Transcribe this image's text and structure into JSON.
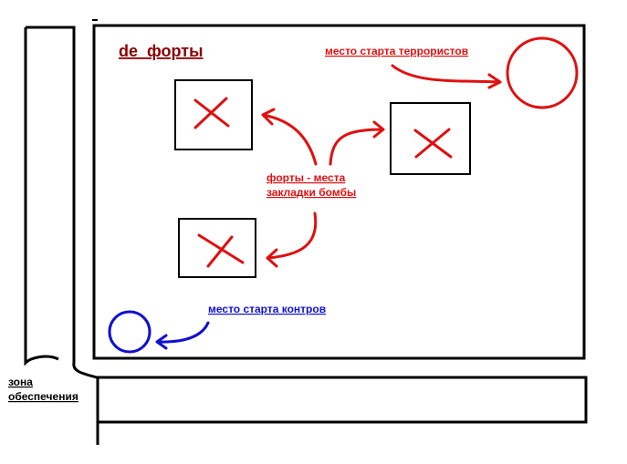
{
  "title": "de_форты",
  "labels": {
    "terrorist_start": "место старта террористов",
    "forts_line1": "форты - места",
    "forts_line2": "закладки бомбы",
    "ct_start": "место старта контров",
    "support_line1": "зона",
    "support_line2": "обеспечения"
  },
  "colors": {
    "title": "#8b0000",
    "red": "#e01010",
    "blue": "#1010d0",
    "line": "#000000"
  }
}
